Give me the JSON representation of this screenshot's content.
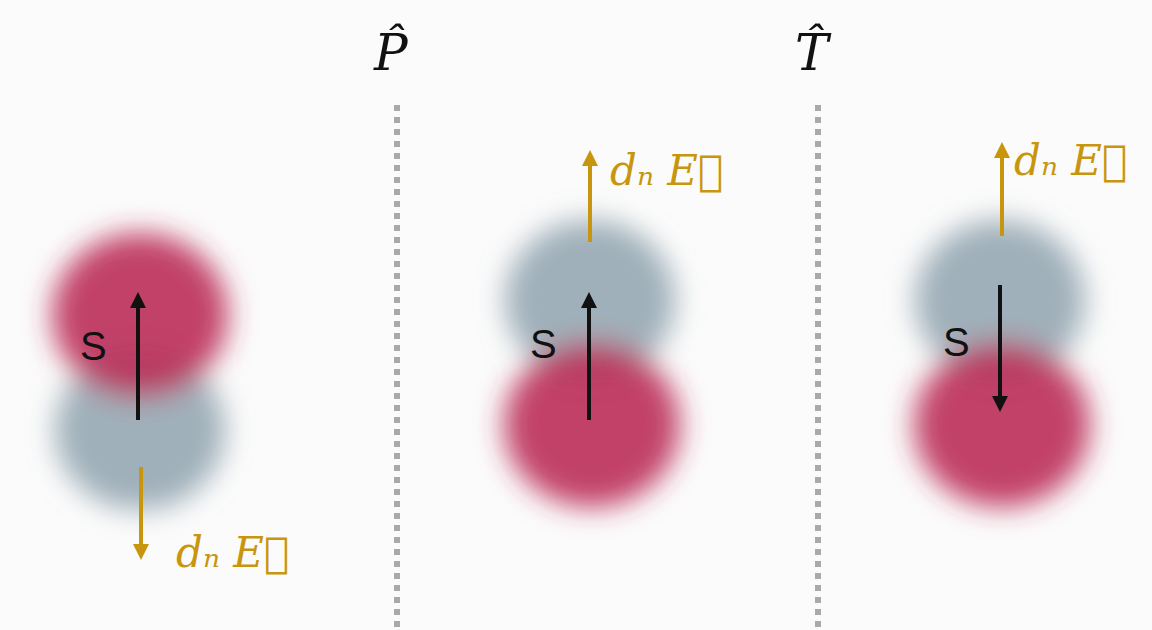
{
  "diagram": {
    "labels": [
      "P̂",
      "T̂",
      "S",
      "dₙ E⃗",
      "S",
      "dₙ E⃗",
      "S",
      "dₙ E⃗"
    ]
  }
}
